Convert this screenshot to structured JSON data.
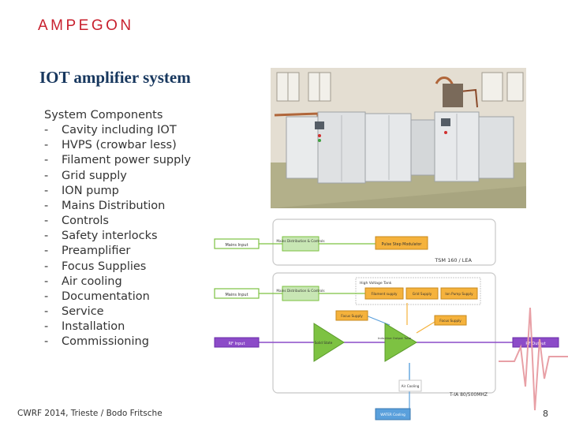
{
  "slide": {
    "logo_text": "AMPEGON",
    "title": "IOT amplifier system",
    "list_heading": "System Components",
    "dash": "-",
    "components": [
      "Cavity including IOT",
      "HVPS (crowbar less)",
      "Filament power supply",
      "Grid supply",
      "ION pump",
      "Mains Distribution",
      "Controls",
      "Safety interlocks",
      "Preamplifier",
      "Focus Supplies",
      "Air cooling",
      "Documentation",
      "Service",
      "Installation",
      "Commissioning"
    ],
    "footer": "CWRF 2014, Trieste / Bodo Fritsche",
    "page_number": "8"
  },
  "diagram": {
    "mains_input_1": "Mains Input",
    "mains_input_2": "Mains Input",
    "rf_input": "RF Input",
    "rf_output": "RF Output",
    "mains_dist_1": "Mains Distribution & Controls",
    "mains_dist_2": "Mains Distribution & Controls",
    "pulse_step_modulator": "Pulse Step Modulator",
    "model_1": "TSM 160 / LEA",
    "high_voltage_tank": "High Voltage Tank",
    "filament_supply": "Filament supply",
    "grid_supply": "Grid Supply",
    "ion_pump_supply": "Ion Pump Supply",
    "focus_supply_1": "Focus Supply",
    "focus_supply_2": "Focus Supply",
    "solid_state": "Solid State",
    "iot_tube": "Inductive Output Tube",
    "air_cooling": "Air Cooling",
    "water_cooling": "WATER Cooling",
    "model_2": "T-IA 80/500MHZ"
  },
  "colors": {
    "logo_red": "#c8202e",
    "title_navy": "#17375e",
    "box_green": "#c8e6b4",
    "box_orange": "#f5b23c",
    "box_purple": "#8c4bc8",
    "box_blue": "#5aa0dc",
    "box_gray": "#c8c8c8",
    "amp_green": "#7dc242",
    "wave_red": "#e8a0a6"
  }
}
